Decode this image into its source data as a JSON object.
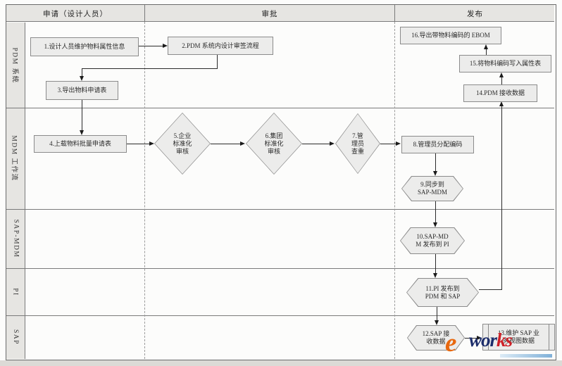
{
  "header": {
    "columns": [
      {
        "label": "申请（设计人员）"
      },
      {
        "label": "审批"
      },
      {
        "label": "发布"
      }
    ]
  },
  "lanes": [
    {
      "label": "PDM 系统"
    },
    {
      "label": "MDM 工作流"
    },
    {
      "label": "SAP-MDM"
    },
    {
      "label": "PI"
    },
    {
      "label": "SAP"
    }
  ],
  "nodes": {
    "n1": {
      "shape": "process",
      "label": "1.设计人员维护物料属性信息"
    },
    "n2": {
      "shape": "process",
      "label": "2.PDM 系统内设计审签流程"
    },
    "n3": {
      "shape": "process",
      "label": "3.导出物料申请表"
    },
    "n4": {
      "shape": "process",
      "label": "4.上载物料批量申请表"
    },
    "n5": {
      "shape": "decision",
      "lines": [
        "5.企业",
        "标准化",
        "审核"
      ]
    },
    "n6": {
      "shape": "decision",
      "lines": [
        "6.集团",
        "标准化",
        "审核"
      ]
    },
    "n7": {
      "shape": "decision",
      "lines": [
        "7.管",
        "理员",
        "查重"
      ]
    },
    "n8": {
      "shape": "process",
      "label": "8.管理员分配编码"
    },
    "n9": {
      "shape": "interface",
      "lines": [
        "9.同步到",
        "SAP-MDM"
      ]
    },
    "n10": {
      "shape": "interface",
      "lines": [
        "10.SAP-MD",
        "M 发布到 PI"
      ]
    },
    "n11": {
      "shape": "interface",
      "lines": [
        "11.PI 发布到",
        "PDM 和 SAP"
      ]
    },
    "n12": {
      "shape": "interface",
      "lines": [
        "12.SAP 接",
        "收数据"
      ]
    },
    "n13": {
      "shape": "predefined",
      "lines": [
        "13.维护 SAP 业",
        "务视图数据"
      ]
    },
    "n14": {
      "shape": "process",
      "label": "14.PDM 接收数据"
    },
    "n15": {
      "shape": "process",
      "label": "15.将物料编码写入属性表"
    },
    "n16": {
      "shape": "process",
      "label": "16.导出带物料编码的 EBOM"
    }
  },
  "edges": [
    "1→2",
    "2→3",
    "3→4",
    "4→5",
    "5→6",
    "6→7",
    "7→8",
    "8→9",
    "9→10",
    "10→11",
    "11→12",
    "12→13",
    "11→14",
    "14→15",
    "15→16"
  ],
  "watermark": {
    "e": "e",
    "word_dark": "wor",
    "word_red": "ks"
  },
  "colors": {
    "lane_fill": "#e6e5e2",
    "node_fill": "#ececeb",
    "node_border": "#8b8b8b",
    "grid": "#7a7a7a",
    "arrow": "#1c1c1c",
    "watermark_orange": "#e8680f",
    "watermark_navy": "#1c2d6b",
    "watermark_red": "#cd2027"
  }
}
